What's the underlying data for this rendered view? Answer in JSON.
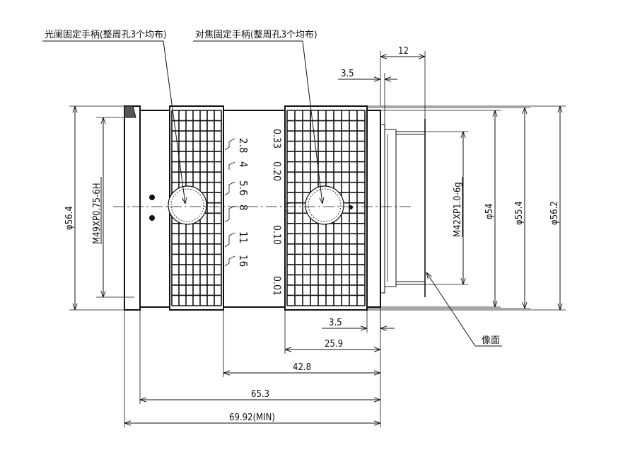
{
  "callouts": {
    "aperture_handle": "光阑固定手柄(整周孔3个均布)",
    "focus_handle": "对焦固定手柄(整周孔3个均布)",
    "image_plane": "像面"
  },
  "aperture_scale": [
    "2.8",
    "4",
    "5.6",
    "8",
    "11",
    "16"
  ],
  "focus_scale": [
    "0.33",
    "0.20",
    "0.10",
    "0.01"
  ],
  "dimensions": {
    "top_12": "12",
    "top_3_5": "3.5",
    "bottom_3_5": "3.5",
    "d_25_9": "25.9",
    "d_42_8": "42.8",
    "d_65_3": "65.3",
    "d_69_92": "69.92(MIN)",
    "dia_56_4": "φ56.4",
    "thread_front": "M49XP0.75-6H",
    "thread_mount": "M42XP1.0-6g",
    "dia_54": "φ54",
    "dia_55_4": "φ55.4",
    "dia_56_2": "φ56.2"
  }
}
